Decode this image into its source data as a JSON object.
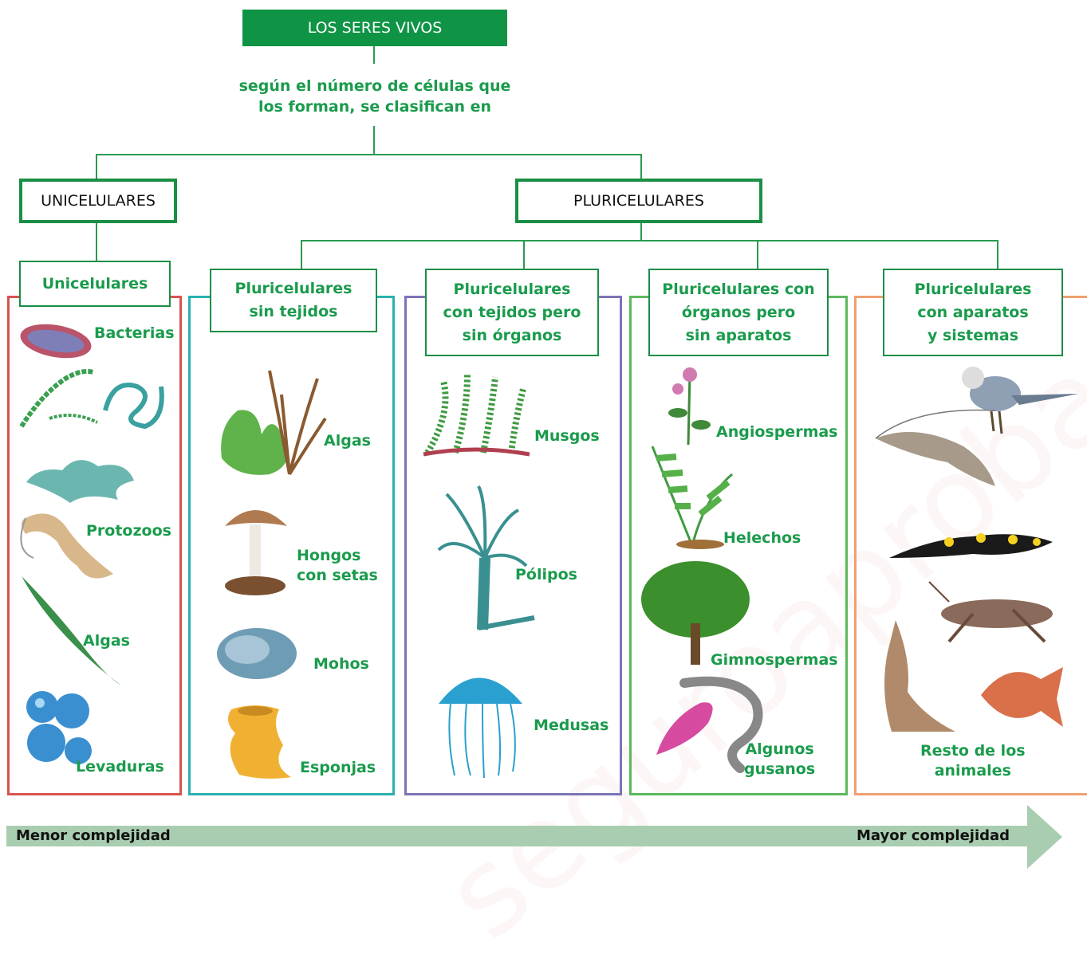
{
  "root": {
    "title": "LOS SERES VIVOS",
    "subtitle_line1": "según el número de células que",
    "subtitle_line2": "los forman, se clasifican en"
  },
  "branches": {
    "left": "UNICELULARES",
    "right": "PLURICELULARES"
  },
  "groups": [
    {
      "label_lines": [
        "Unicelulares"
      ],
      "color": "#d9534f",
      "members": [
        "Bacterias",
        "Protozoos",
        "Algas",
        "Levaduras"
      ]
    },
    {
      "label_lines": [
        "Pluricelulares",
        "sin tejidos"
      ],
      "color": "#2bb0b0",
      "members": [
        "Algas",
        "Hongos",
        "con setas",
        "Mohos",
        "Esponjas"
      ]
    },
    {
      "label_lines": [
        "Pluricelulares",
        "con tejidos pero",
        "sin órganos"
      ],
      "color": "#7b74b8",
      "members": [
        "Musgos",
        "Pólipos",
        "Medusas"
      ]
    },
    {
      "label_lines": [
        "Pluricelulares con",
        "órganos pero",
        "sin aparatos"
      ],
      "color": "#5cb85c",
      "members": [
        "Angiospermas",
        "Helechos",
        "Gimnospermas",
        "Algunos",
        "gusanos"
      ]
    },
    {
      "label_lines": [
        "Pluricelulares",
        "con aparatos",
        "y sistemas"
      ],
      "color": "#f0a070",
      "members": [
        "Resto de los",
        "animales"
      ]
    }
  ],
  "complexity": {
    "left": "Menor complejidad",
    "right": "Mayor complejidad",
    "color": "#a9cdb0"
  },
  "colors": {
    "brand_green": "#0f9446",
    "text_green": "#1a9b4c"
  }
}
